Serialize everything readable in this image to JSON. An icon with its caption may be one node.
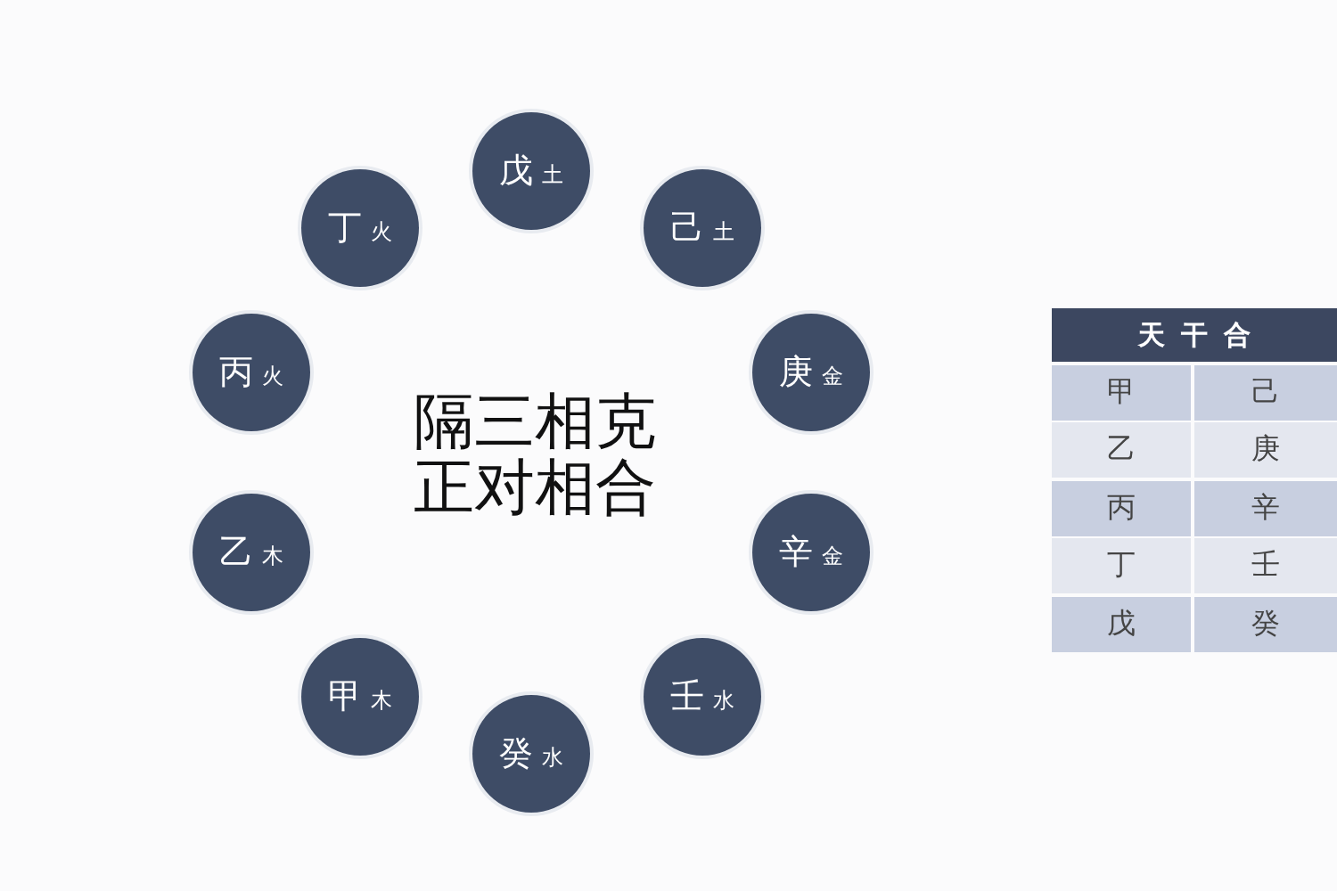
{
  "diagram": {
    "nodes": [
      {
        "text": [
          "戊",
          "土"
        ]
      },
      {
        "text": [
          "丁",
          "火"
        ]
      },
      {
        "text": [
          "己",
          "土"
        ]
      },
      {
        "text": [
          "丙",
          "火"
        ]
      },
      {
        "text": [
          "庚",
          "金"
        ]
      },
      {
        "text": [
          "乙",
          "木"
        ]
      },
      {
        "text": [
          "辛",
          "金"
        ]
      },
      {
        "text": [
          "甲",
          "木"
        ]
      },
      {
        "text": [
          "壬",
          "水"
        ]
      },
      {
        "text": [
          "癸",
          "水"
        ]
      }
    ],
    "edges": [],
    "labels": [
      "隔三相克",
      "正对相合",
      "天干合",
      "甲",
      "己",
      "乙",
      "庚",
      "丙",
      "辛",
      "丁",
      "壬",
      "戊",
      "癸"
    ]
  }
}
